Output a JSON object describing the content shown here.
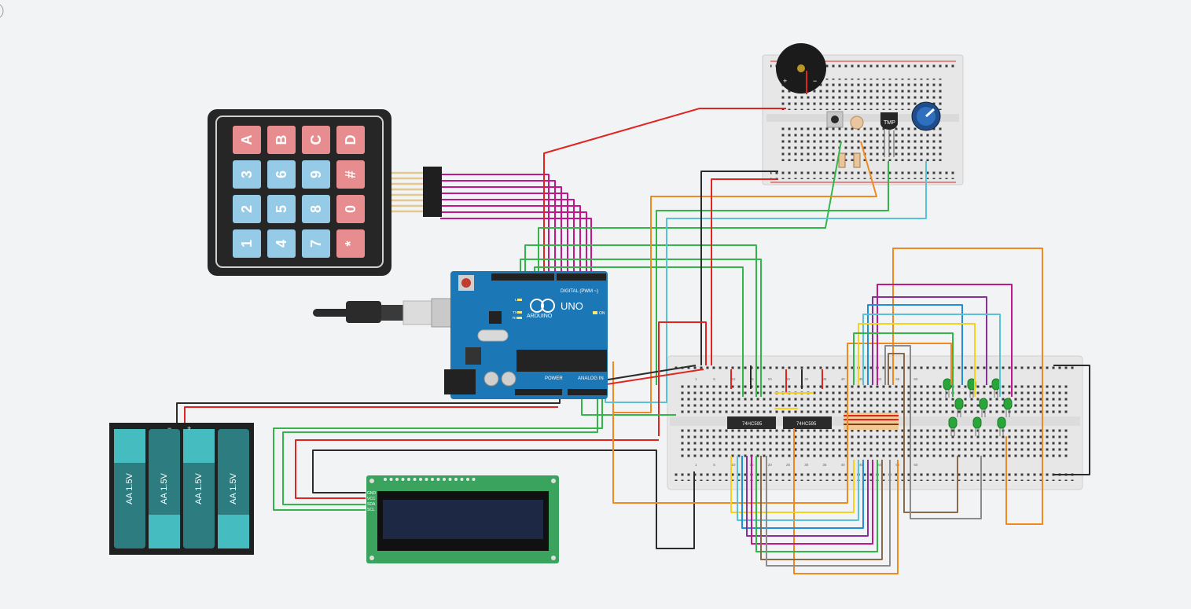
{
  "keypad": {
    "keys": [
      [
        "A",
        "B",
        "C",
        "D"
      ],
      [
        "3",
        "6",
        "9",
        "#"
      ],
      [
        "2",
        "5",
        "8",
        "0"
      ],
      [
        "1",
        "4",
        "7",
        "*"
      ]
    ]
  },
  "arduino": {
    "model": "UNO",
    "brand": "ARDUINO",
    "digital_label": "DIGITAL (PWM ~)",
    "power_label": "POWER",
    "analog_label": "ANALOG IN",
    "on_label": "ON",
    "led_labels": [
      "L",
      "TX",
      "RX"
    ]
  },
  "battery": {
    "cells": [
      "AA 1.5V",
      "AA 1.5V",
      "AA 1.5V",
      "AA 1.5V"
    ],
    "minus": "−",
    "plus": "+"
  },
  "lcd": {
    "pins": [
      "GND",
      "VCC",
      "SDA",
      "SCL"
    ]
  },
  "chips": [
    "74HC595",
    "74HC595"
  ],
  "top_board": {
    "sensor_label": "TMP",
    "buzzer_plus": "+",
    "buzzer_minus": "−"
  },
  "breadboard": {
    "col_numbers": [
      "1",
      "5",
      "10",
      "15",
      "20",
      "25",
      "30",
      "35",
      "40",
      "45",
      "50",
      "55",
      "60"
    ]
  },
  "colors": {
    "red": "#e0241f",
    "black": "#2b2b2b",
    "green": "#33b54a",
    "orange": "#f08a1e",
    "magenta": "#c2168f",
    "yellow": "#f4d21b",
    "blue": "#1f8fd6",
    "lightblue": "#58c2d8",
    "purple": "#8a2f9a",
    "brown": "#8a6a4a",
    "gray": "#8c8c8c",
    "arduino": "#1c77b6",
    "lcd_pcb": "#3aa35e",
    "lcd_screen": "#1d2845",
    "key_red": "#e88d8f",
    "key_blue": "#95cbe6"
  }
}
